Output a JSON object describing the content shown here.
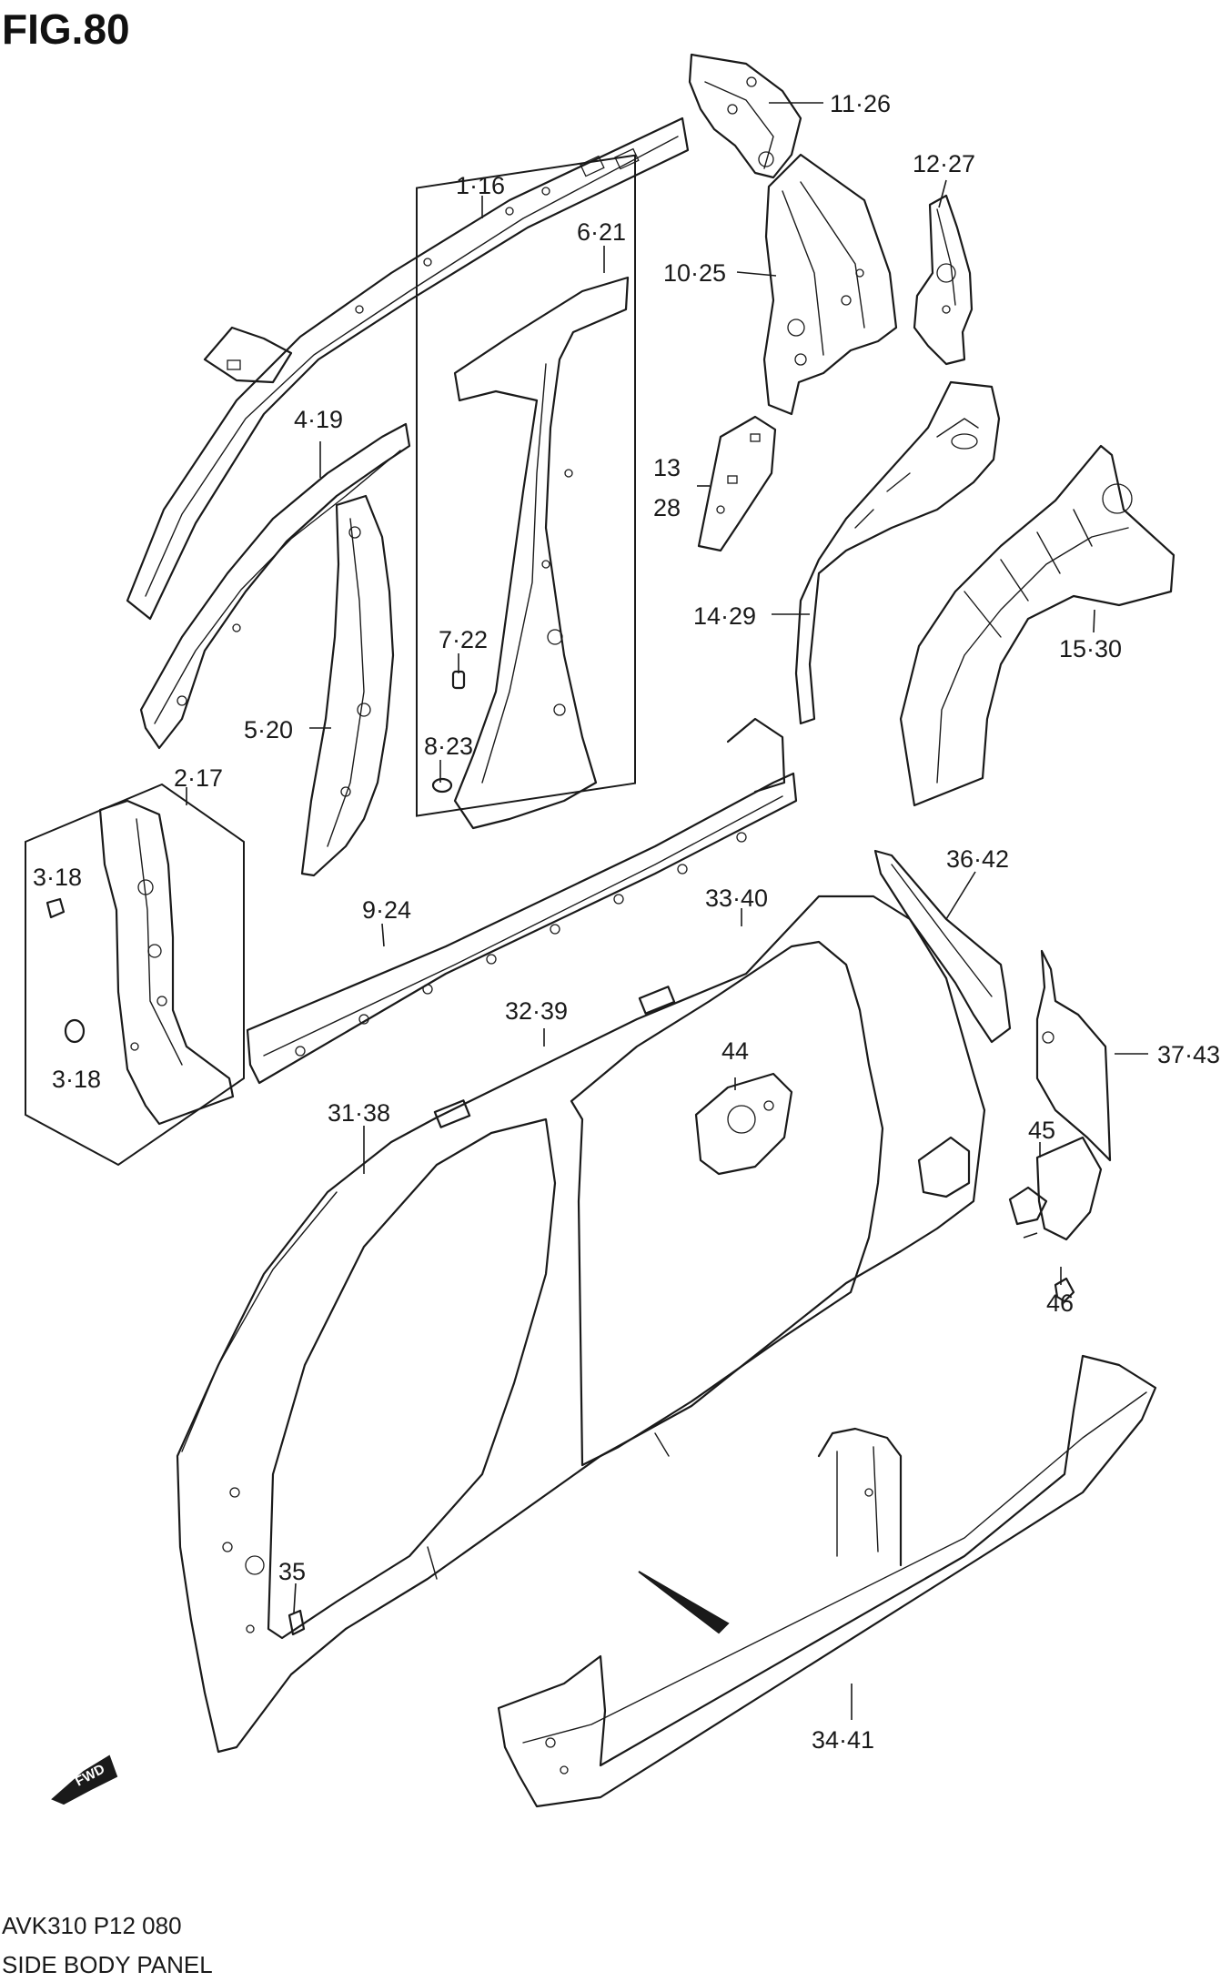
{
  "figure": {
    "title": "FIG.80"
  },
  "footer": {
    "code": "AVK310 P12 080",
    "caption": "SIDE BODY PANEL"
  },
  "fwd_label": "FWD",
  "callouts": [
    "11·26",
    "12·27",
    "1·16",
    "6·21",
    "10·25",
    "4·19",
    "13",
    "28",
    "14·29",
    "15·30",
    "7·22",
    "5·20",
    "8·23",
    "2·17",
    "3·18",
    "3·18",
    "9·24",
    "36·42",
    "33·40",
    "32·39",
    "37·43",
    "44",
    "31·38",
    "45",
    "46",
    "35",
    "34·41"
  ]
}
